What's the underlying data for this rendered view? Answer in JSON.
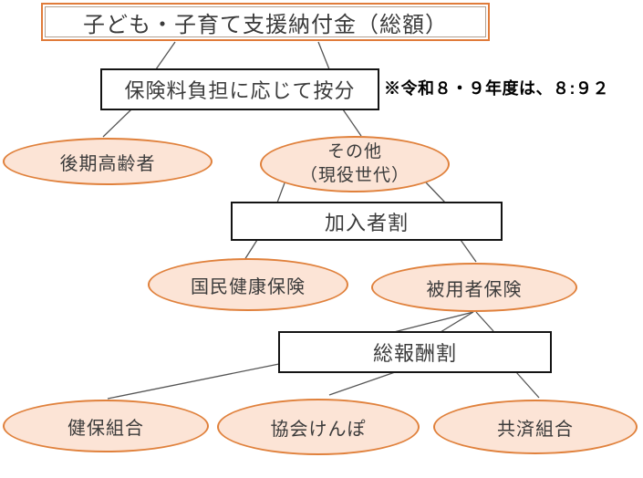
{
  "diagram": {
    "nodes": {
      "total": {
        "label": "子ども・子育て支援納付金（総額）"
      },
      "apportion": {
        "label": "保険料負担に応じて按分"
      },
      "kouki": {
        "label": "後期高齢者"
      },
      "sonota": {
        "line1": "その他",
        "line2": "（現役世代）"
      },
      "kanyusha": {
        "label": "加入者割"
      },
      "kokuho": {
        "label": "国民健康保険"
      },
      "hiyosha": {
        "label": "被用者保険"
      },
      "sohoshu": {
        "label": "総報酬割"
      },
      "kenpo": {
        "label": "健保組合"
      },
      "kyokai": {
        "label": "協会けんぽ"
      },
      "kyosai": {
        "label": "共済組合"
      }
    },
    "note": {
      "text": "※令和８・９年度は、８:９２"
    },
    "colors": {
      "accent_orange_border": "#e0813c",
      "highlight_frame_orange": "#e07b3a",
      "ellipse_fill": "#fce4d6",
      "box_border_black": "#141414",
      "connector_gray": "#555555",
      "note_text": "#000000"
    }
  }
}
